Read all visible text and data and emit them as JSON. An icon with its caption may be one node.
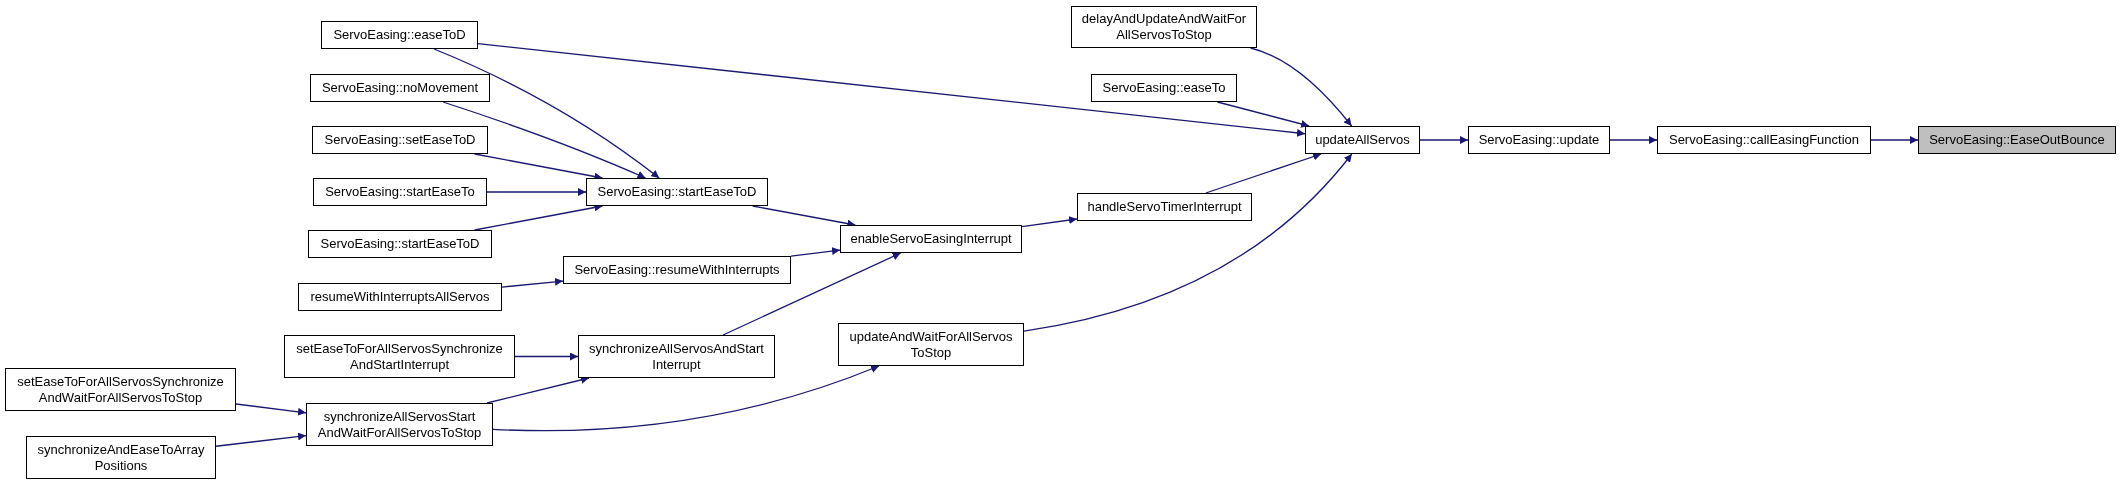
{
  "diagram": {
    "nodes": [
      {
        "text": [
          "ServoEasing::easeToD"
        ]
      },
      {
        "text": [
          "ServoEasing::noMovement"
        ]
      },
      {
        "text": [
          "ServoEasing::setEaseToD"
        ]
      },
      {
        "text": [
          "ServoEasing::startEaseTo"
        ]
      },
      {
        "text": [
          "ServoEasing::startEaseToD"
        ]
      },
      {
        "text": [
          "resumeWithInterruptsAllServos"
        ]
      },
      {
        "text": [
          "setEaseToForAllServosSynchronize AndStartInterrupt"
        ]
      },
      {
        "text": [
          "setEaseToForAllServosSynchronize AndWaitForAllServosToStop"
        ]
      },
      {
        "text": [
          "synchronizeAndEaseToArray Positions"
        ]
      },
      {
        "text": [
          "ServoEasing::startEaseToD"
        ]
      },
      {
        "text": [
          "ServoEasing::resumeWithInterrupts"
        ]
      },
      {
        "text": [
          "synchronizeAllServosAndStart Interrupt"
        ]
      },
      {
        "text": [
          "synchronizeAllServosStart AndWaitForAllServosToStop"
        ]
      },
      {
        "text": [
          "enableServoEasingInterrupt"
        ]
      },
      {
        "text": [
          "updateAndWaitForAllServos ToStop"
        ]
      },
      {
        "text": [
          "handleServoTimerInterrupt"
        ]
      },
      {
        "text": [
          "delayAndUpdateAndWaitFor AllServosToStop"
        ]
      },
      {
        "text": [
          "ServoEasing::easeTo"
        ]
      },
      {
        "text": [
          "updateAllServos"
        ]
      },
      {
        "text": [
          "ServoEasing::update"
        ]
      },
      {
        "text": [
          "ServoEasing::callEasingFunction"
        ]
      },
      {
        "text": [
          "ServoEasing::EaseOutBounce"
        ]
      }
    ],
    "edges": [
      {
        "from": 0,
        "to": 9,
        "arrow": "to"
      },
      {
        "from": 1,
        "to": 9,
        "arrow": "to"
      },
      {
        "from": 2,
        "to": 9,
        "arrow": "to"
      },
      {
        "from": 3,
        "to": 9,
        "arrow": "to"
      },
      {
        "from": 4,
        "to": 9,
        "arrow": "to"
      },
      {
        "from": 0,
        "to": 18,
        "arrow": "to"
      },
      {
        "from": 5,
        "to": 10,
        "arrow": "to"
      },
      {
        "from": 6,
        "to": 11,
        "arrow": "to"
      },
      {
        "from": 7,
        "to": 12,
        "arrow": "to"
      },
      {
        "from": 8,
        "to": 12,
        "arrow": "to"
      },
      {
        "from": 12,
        "to": 11,
        "arrow": "to"
      },
      {
        "from": 12,
        "to": 14,
        "arrow": "to"
      },
      {
        "from": 9,
        "to": 13,
        "arrow": "to"
      },
      {
        "from": 10,
        "to": 13,
        "arrow": "to"
      },
      {
        "from": 11,
        "to": 13,
        "arrow": "to"
      },
      {
        "from": 13,
        "to": 15,
        "arrow": "to"
      },
      {
        "from": 15,
        "to": 18,
        "arrow": "to"
      },
      {
        "from": 14,
        "to": 18,
        "arrow": "to"
      },
      {
        "from": 16,
        "to": 18,
        "arrow": "to"
      },
      {
        "from": 17,
        "to": 18,
        "arrow": "to"
      },
      {
        "from": 18,
        "to": 19,
        "arrow": "to"
      },
      {
        "from": 19,
        "to": 20,
        "arrow": "to"
      },
      {
        "from": 20,
        "to": 21,
        "arrow": "to"
      }
    ]
  }
}
